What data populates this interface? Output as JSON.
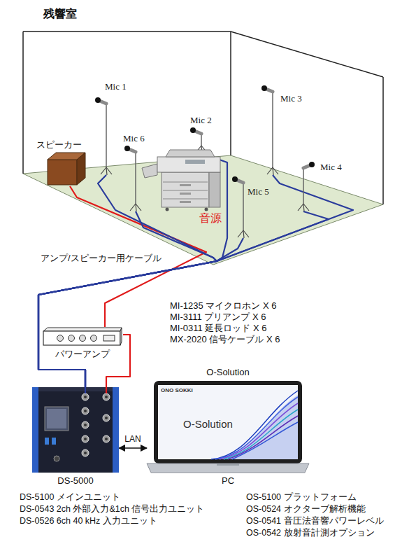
{
  "diagram": {
    "nodes": [
      {
        "text": [
          "残響室"
        ]
      },
      {
        "text": [
          "Mic 1"
        ],
        "in": 0
      },
      {
        "text": [
          "Mic 3"
        ],
        "in": 0
      },
      {
        "text": [
          "Mic 2"
        ],
        "in": 0
      },
      {
        "text": [
          "Mic 6"
        ],
        "in": 0
      },
      {
        "text": [
          "スピーカー"
        ],
        "in": 0
      },
      {
        "text": [
          "Mic 4"
        ],
        "in": 0
      },
      {
        "text": [
          "Mic 5"
        ],
        "in": 0
      },
      {
        "text": [
          "音源"
        ],
        "in": 0
      },
      {
        "text": [
          "パワーアンプ"
        ]
      },
      {
        "text": [
          "DS-5000"
        ]
      },
      {
        "text": [
          "O-Solution",
          "PC"
        ]
      }
    ],
    "edges": [
      {
        "from": 5,
        "to": 9,
        "arrow": "none"
      },
      {
        "from": 9,
        "to": 10,
        "arrow": "none"
      },
      {
        "from": 1,
        "to": 10,
        "arrow": "none"
      },
      {
        "from": 2,
        "to": 10,
        "arrow": "none"
      },
      {
        "from": 3,
        "to": 10,
        "arrow": "none"
      },
      {
        "from": 4,
        "to": 10,
        "arrow": "none"
      },
      {
        "from": 6,
        "to": 10,
        "arrow": "none"
      },
      {
        "from": 7,
        "to": 10,
        "arrow": "none"
      },
      {
        "from": 10,
        "to": 11,
        "label": "LAN",
        "arrow": "both"
      }
    ],
    "labels": [
      "アンプ/スピーカー用ケーブル",
      "MI-1235 マイクロホン X 6",
      "MI-3111 プリアンプ X 6",
      "MI-0311 延長ロッド X 6",
      "MX-2020 信号ケーブル X 6",
      "DS-5100 メインユニット",
      "DS-0543 2ch 外部入力&1ch 信号出力ユニット",
      "DS-0526 6ch 40 kHz 入力ユニット",
      "OS-5100 プラットフォーム",
      "OS-0524 オクターブ解析機能",
      "OS-0541 音圧法音響パワーレベル",
      "OS-0542 放射音計測オプション",
      "ONO SOKKI",
      "O-Solution"
    ]
  }
}
